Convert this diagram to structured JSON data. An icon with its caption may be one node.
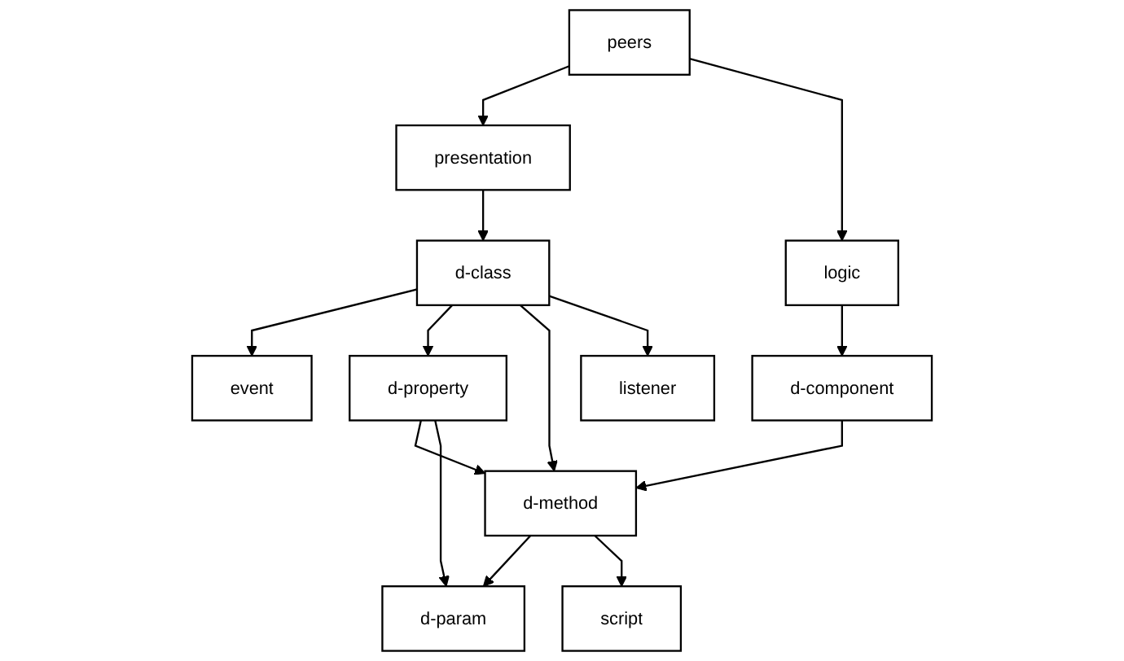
{
  "diagram": {
    "nodes": [
      {
        "text": [
          "peers"
        ]
      },
      {
        "text": [
          "presentation"
        ]
      },
      {
        "text": [
          "logic"
        ]
      },
      {
        "text": [
          "d-class"
        ]
      },
      {
        "text": [
          "d-component"
        ]
      },
      {
        "text": [
          "event"
        ]
      },
      {
        "text": [
          "d-property"
        ]
      },
      {
        "text": [
          "d-method"
        ]
      },
      {
        "text": [
          "listener"
        ]
      },
      {
        "text": [
          "d-param"
        ]
      },
      {
        "text": [
          "script"
        ]
      }
    ],
    "edges": [
      {
        "from": 0,
        "to": 1,
        "arrow": "to"
      },
      {
        "from": 0,
        "to": 2,
        "arrow": "to"
      },
      {
        "from": 1,
        "to": 3,
        "arrow": "to"
      },
      {
        "from": 2,
        "to": 4,
        "arrow": "to"
      },
      {
        "from": 3,
        "to": 5,
        "arrow": "to"
      },
      {
        "from": 3,
        "to": 6,
        "arrow": "to"
      },
      {
        "from": 3,
        "to": 7,
        "arrow": "to"
      },
      {
        "from": 3,
        "to": 8,
        "arrow": "to"
      },
      {
        "from": 4,
        "to": 7,
        "arrow": "to"
      },
      {
        "from": 6,
        "to": 7,
        "arrow": "to"
      },
      {
        "from": 6,
        "to": 9,
        "arrow": "to"
      },
      {
        "from": 7,
        "to": 9,
        "arrow": "to"
      },
      {
        "from": 7,
        "to": 10,
        "arrow": "to"
      }
    ]
  }
}
